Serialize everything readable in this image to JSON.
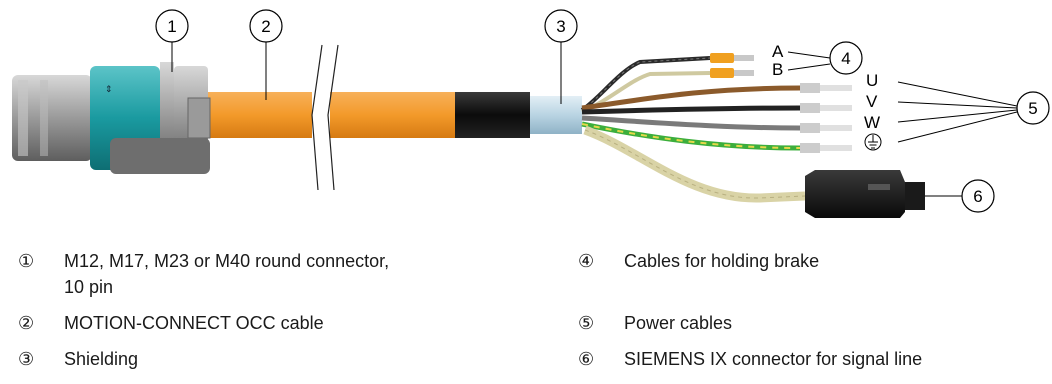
{
  "callouts": {
    "c1": "1",
    "c2": "2",
    "c3": "3",
    "c4": "4",
    "c5": "5",
    "c6": "6"
  },
  "wire_labels": {
    "a": "A",
    "b": "B",
    "u": "U",
    "v": "V",
    "w": "W"
  },
  "legend": [
    {
      "marker": "①",
      "text": "M12, M17, M23 or M40 round connector,",
      "text2": "10 pin"
    },
    {
      "marker": "②",
      "text": "MOTION-CONNECT OCC cable"
    },
    {
      "marker": "③",
      "text": "Shielding"
    },
    {
      "marker": "④",
      "text": "Cables for holding brake"
    },
    {
      "marker": "⑤",
      "text": "Power cables"
    },
    {
      "marker": "⑥",
      "text": "SIEMENS IX connector for signal line"
    }
  ],
  "colors": {
    "cable_orange": "#f39a2a",
    "connector_teal": "#1a9aa0",
    "shield_black": "#111111",
    "shield_blue": "#b9d4e3",
    "wire_brown": "#8b5a2b",
    "wire_green": "#3cae3c",
    "signal_cable": "#d9d3a6"
  },
  "icons": {
    "ground": "protective-earth-symbol"
  }
}
